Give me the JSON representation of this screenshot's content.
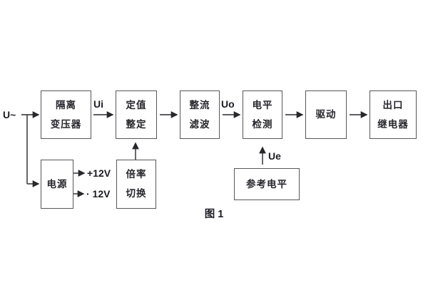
{
  "diagram": {
    "caption": "图 1",
    "blocks": {
      "isolation_transformer": {
        "line1": "隔离",
        "line2": "变压器"
      },
      "setting_adjust": {
        "line1": "定值",
        "line2": "整定"
      },
      "rectifier_filter": {
        "line1": "整流",
        "line2": "滤波"
      },
      "level_detection": {
        "line1": "电平",
        "line2": "检测"
      },
      "driver": {
        "line1": "驱动"
      },
      "output_relay": {
        "line1": "出口",
        "line2": "继电器"
      },
      "power_supply": {
        "line1": "电源"
      },
      "ratio_switch": {
        "line1": "倍率",
        "line2": "切换"
      },
      "reference_level": {
        "line1": "参考电平"
      }
    },
    "labels": {
      "input_signal": "U~",
      "ui": "Ui",
      "uo": "Uo",
      "ue": "Ue",
      "plus_12v": "+12V",
      "minus_12v": "· 12V"
    },
    "colors": {
      "line": "#28282c",
      "box_border": "#57575b",
      "text": "#26262c",
      "background": "#ffffff"
    }
  }
}
